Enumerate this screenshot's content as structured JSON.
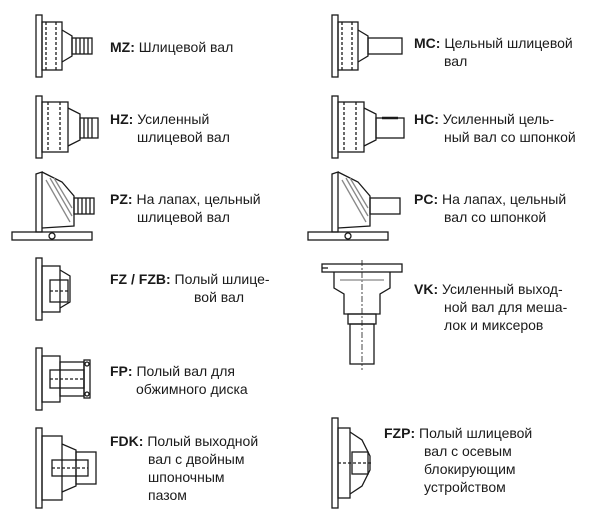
{
  "items": [
    {
      "code": "MZ:",
      "lines": [
        "Шлицевой вал"
      ]
    },
    {
      "code": "HZ:",
      "lines": [
        "Усиленный",
        "шлицевой вал"
      ]
    },
    {
      "code": "PZ:",
      "lines": [
        "На лапах, цельный",
        "шлицевой вал"
      ]
    },
    {
      "code": "FZ / FZB:",
      "lines": [
        "Полый шлице-",
        "вой вал"
      ]
    },
    {
      "code": "FP:",
      "lines": [
        "Полый вал для",
        "обжимного диска"
      ]
    },
    {
      "code": "FDK:",
      "lines": [
        "Полый выходной",
        "вал с двойным",
        "шпоночным",
        "пазом"
      ]
    },
    {
      "code": "MC:",
      "lines": [
        "Цельный шлицевой",
        "вал"
      ]
    },
    {
      "code": "HC:",
      "lines": [
        "Усиленный цель-",
        "ный вал со шпонкой"
      ]
    },
    {
      "code": "PC:",
      "lines": [
        "На лапах, цельный",
        "вал со шпонкой"
      ]
    },
    {
      "code": "VK:",
      "lines": [
        "Усиленный выход-",
        "ной вал для меша-",
        "лок и миксеров"
      ]
    },
    {
      "code": "FZP:",
      "lines": [
        "Полый шлицевой",
        "вал с осевым",
        "блокирующим",
        "устройством"
      ]
    }
  ],
  "colors": {
    "line": "#1a1a1a",
    "shade": "#888888"
  }
}
